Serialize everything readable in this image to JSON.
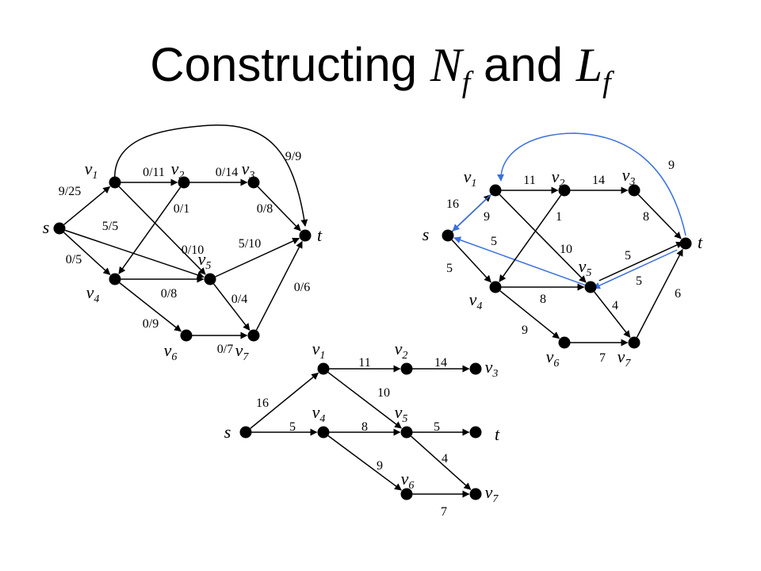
{
  "title": {
    "prefix": "Constructing ",
    "n_sym": "N",
    "sub1": "f",
    "middle": " and ",
    "l_sym": "L",
    "sub2": "f"
  },
  "colors": {
    "node": "#000000",
    "edge": "#000000",
    "residual_back": "#3a6fe0",
    "background": "#ffffff"
  },
  "graphs": [
    {
      "id": "network-N",
      "nodes": [
        {
          "id": "s",
          "label": "s",
          "sub": ""
        },
        {
          "id": "v1",
          "label": "v",
          "sub": "1"
        },
        {
          "id": "v2",
          "label": "v",
          "sub": "2"
        },
        {
          "id": "v3",
          "label": "v",
          "sub": "3"
        },
        {
          "id": "t",
          "label": "t",
          "sub": ""
        },
        {
          "id": "v4",
          "label": "v",
          "sub": "4"
        },
        {
          "id": "v5",
          "label": "v",
          "sub": "5"
        },
        {
          "id": "v6",
          "label": "v",
          "sub": "6"
        },
        {
          "id": "v7",
          "label": "v",
          "sub": "7"
        }
      ],
      "edges": [
        {
          "from": "s",
          "to": "v1",
          "label": "9/25"
        },
        {
          "from": "s",
          "to": "v4",
          "label": "0/5"
        },
        {
          "from": "s",
          "to": "v5",
          "label": "5/5"
        },
        {
          "from": "v1",
          "to": "v2",
          "label": "0/11"
        },
        {
          "from": "v1",
          "to": "v5",
          "label": "0/10"
        },
        {
          "from": "v1",
          "to": "t",
          "label": "9/9"
        },
        {
          "from": "v2",
          "to": "v3",
          "label": "0/14"
        },
        {
          "from": "v2",
          "to": "v4",
          "label": "0/1"
        },
        {
          "from": "v3",
          "to": "t",
          "label": "0/8"
        },
        {
          "from": "v4",
          "to": "v5",
          "label": "0/8"
        },
        {
          "from": "v4",
          "to": "v6",
          "label": "0/9"
        },
        {
          "from": "v5",
          "to": "t",
          "label": "5/10"
        },
        {
          "from": "v5",
          "to": "v7",
          "label": "0/4"
        },
        {
          "from": "v6",
          "to": "v7",
          "label": "0/7"
        },
        {
          "from": "v7",
          "to": "t",
          "label": "0/6"
        }
      ]
    },
    {
      "id": "residual-Nf",
      "nodes": [
        {
          "id": "s",
          "label": "s",
          "sub": ""
        },
        {
          "id": "v1",
          "label": "v",
          "sub": "1"
        },
        {
          "id": "v2",
          "label": "v",
          "sub": "2"
        },
        {
          "id": "v3",
          "label": "v",
          "sub": "3"
        },
        {
          "id": "t",
          "label": "t",
          "sub": ""
        },
        {
          "id": "v4",
          "label": "v",
          "sub": "4"
        },
        {
          "id": "v5",
          "label": "v",
          "sub": "5"
        },
        {
          "id": "v6",
          "label": "v",
          "sub": "6"
        },
        {
          "id": "v7",
          "label": "v",
          "sub": "7"
        }
      ],
      "edges": [
        {
          "from": "s",
          "to": "v1",
          "label": "16"
        },
        {
          "from": "v1",
          "to": "s",
          "label": "9",
          "blue": true
        },
        {
          "from": "s",
          "to": "v4",
          "label": "5"
        },
        {
          "from": "v5",
          "to": "s",
          "label": "5",
          "blue": true
        },
        {
          "from": "v1",
          "to": "v2",
          "label": "11"
        },
        {
          "from": "v1",
          "to": "v5",
          "label": "10"
        },
        {
          "from": "t",
          "to": "v1",
          "label": "9",
          "blue": true
        },
        {
          "from": "v2",
          "to": "v3",
          "label": "14"
        },
        {
          "from": "v2",
          "to": "v4",
          "label": "1"
        },
        {
          "from": "v3",
          "to": "t",
          "label": "8"
        },
        {
          "from": "v4",
          "to": "v5",
          "label": "8"
        },
        {
          "from": "v4",
          "to": "v6",
          "label": "9"
        },
        {
          "from": "v5",
          "to": "t",
          "label": "5"
        },
        {
          "from": "t",
          "to": "v5",
          "label": "5",
          "blue": true
        },
        {
          "from": "v5",
          "to": "v7",
          "label": "4"
        },
        {
          "from": "v6",
          "to": "v7",
          "label": "7"
        },
        {
          "from": "v7",
          "to": "t",
          "label": "6"
        }
      ]
    },
    {
      "id": "layered-Lf",
      "nodes": [
        {
          "id": "s",
          "label": "s",
          "sub": ""
        },
        {
          "id": "v1",
          "label": "v",
          "sub": "1"
        },
        {
          "id": "v4",
          "label": "v",
          "sub": "4"
        },
        {
          "id": "v2",
          "label": "v",
          "sub": "2"
        },
        {
          "id": "v5",
          "label": "v",
          "sub": "5"
        },
        {
          "id": "v6",
          "label": "v",
          "sub": "6"
        },
        {
          "id": "v3",
          "label": "v",
          "sub": "3"
        },
        {
          "id": "t",
          "label": "t",
          "sub": ""
        },
        {
          "id": "v7",
          "label": "v",
          "sub": "7"
        }
      ],
      "edges": [
        {
          "from": "s",
          "to": "v1",
          "label": "16"
        },
        {
          "from": "s",
          "to": "v4",
          "label": "5"
        },
        {
          "from": "v1",
          "to": "v2",
          "label": "11"
        },
        {
          "from": "v1",
          "to": "v5",
          "label": "10"
        },
        {
          "from": "v4",
          "to": "v5",
          "label": "8"
        },
        {
          "from": "v4",
          "to": "v6",
          "label": "9"
        },
        {
          "from": "v2",
          "to": "v3",
          "label": "14"
        },
        {
          "from": "v5",
          "to": "t",
          "label": "5"
        },
        {
          "from": "v5",
          "to": "v7",
          "label": "4"
        },
        {
          "from": "v6",
          "to": "v7",
          "label": "7"
        }
      ]
    }
  ]
}
